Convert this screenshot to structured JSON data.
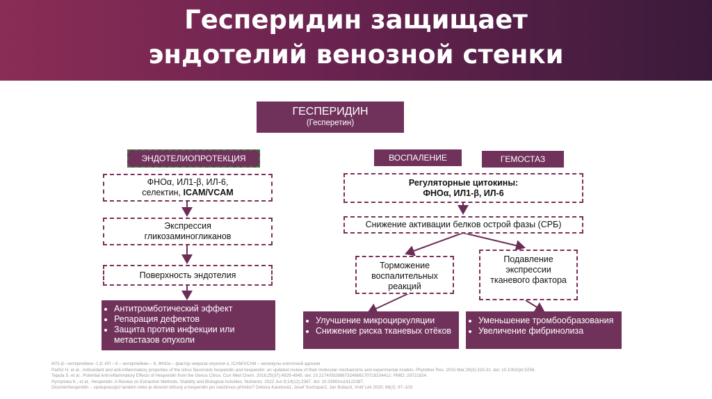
{
  "header": {
    "title": "Гесперидин защищает\nэндотелий венозной стенки"
  },
  "top_box": {
    "title": "ГЕСПЕРИДИН",
    "subtitle": "(Гесперетин)"
  },
  "left": {
    "label": "ЭНДОТЕЛИОПРОТЕКЦИЯ",
    "box1_line1": "ФНОα, ИЛ1-β, ИЛ-6,",
    "box1_line2_a": "селектин, ",
    "box1_line2_b": "ICAM/VCAM",
    "box2_line1": "Экспрессия",
    "box2_line2": "гликозаминогликанов",
    "box3": "Поверхность эндотелия",
    "effects": [
      "Антитромботический эффект",
      "Репарация дефектов",
      "Защита против инфекции или метастазов опухоли"
    ]
  },
  "right": {
    "label_inflammation": "ВОСПАЛЕНИЕ",
    "label_hemostasis": "ГЕМОСТАЗ",
    "cytokines_line1": "Регуляторные цитокины:",
    "cytokines_line2": "ФНОα, ИЛ1-β, ИЛ-6",
    "acute_phase": "Снижение активации белков острой фазы (СРБ)",
    "inhibition": "Торможение воспалительных реакций",
    "suppression": "Подавление экспрессии тканевого фактора",
    "effects_left": [
      "Улучшение микроциркуляции",
      "Снижение риска тканевых отёков"
    ],
    "effects_right": [
      "Уменьшение тромбообразования",
      "Увеличение фибринолиза"
    ]
  },
  "references": [
    "ИЛ1-β– интерлейкин -1 β; ИЛ – 6 – интерлейкин – 6, ФНОα – фактор некроза опухоли α, ICAM/VCAM – молекулы клеточной адгезии",
    "Parhiz H. et al.. Antioxidant and anti-inflammatory properties of the citrus flavonoids hesperidin and hesperetin: an updated review of their molecular mechanisms and experimental models. Phytother Res. 2015 Mar;29(3):323-31. doi: 10.1002/ptr.5256.",
    "Tejada S. et al.. Potential Anti-inflammatory Effects of Hesperidin from the Genus Citrus. Curr Med Chem. 2018;25(37):4929-4945. doi: 10.2174/0929867324666170718104412. PMID: 28721824.",
    "Pyrzynska K., et al.. Hesperidin: A Review on Extraction Methods, Stability and Biological Activities. Nutrients. 2022 Jun 9;14(12):2387. doi: 10.3390/nu14122387.",
    "Diosmin/hesperidin – spolupracující tandem nebo je diosmin klíčový a hesperidin jen neúčinnou příměsí? Debora Karetová1, Josef Suchopár2, Jan Bultas3, Vnitř Lék 2020; 66(2): 97–103"
  ],
  "colors": {
    "header_start": "#8a2d55",
    "header_end": "#3a1a3a",
    "box": "#70325b",
    "dashed_border": "#7a2e5a",
    "green_border": "#3a7a3a"
  }
}
